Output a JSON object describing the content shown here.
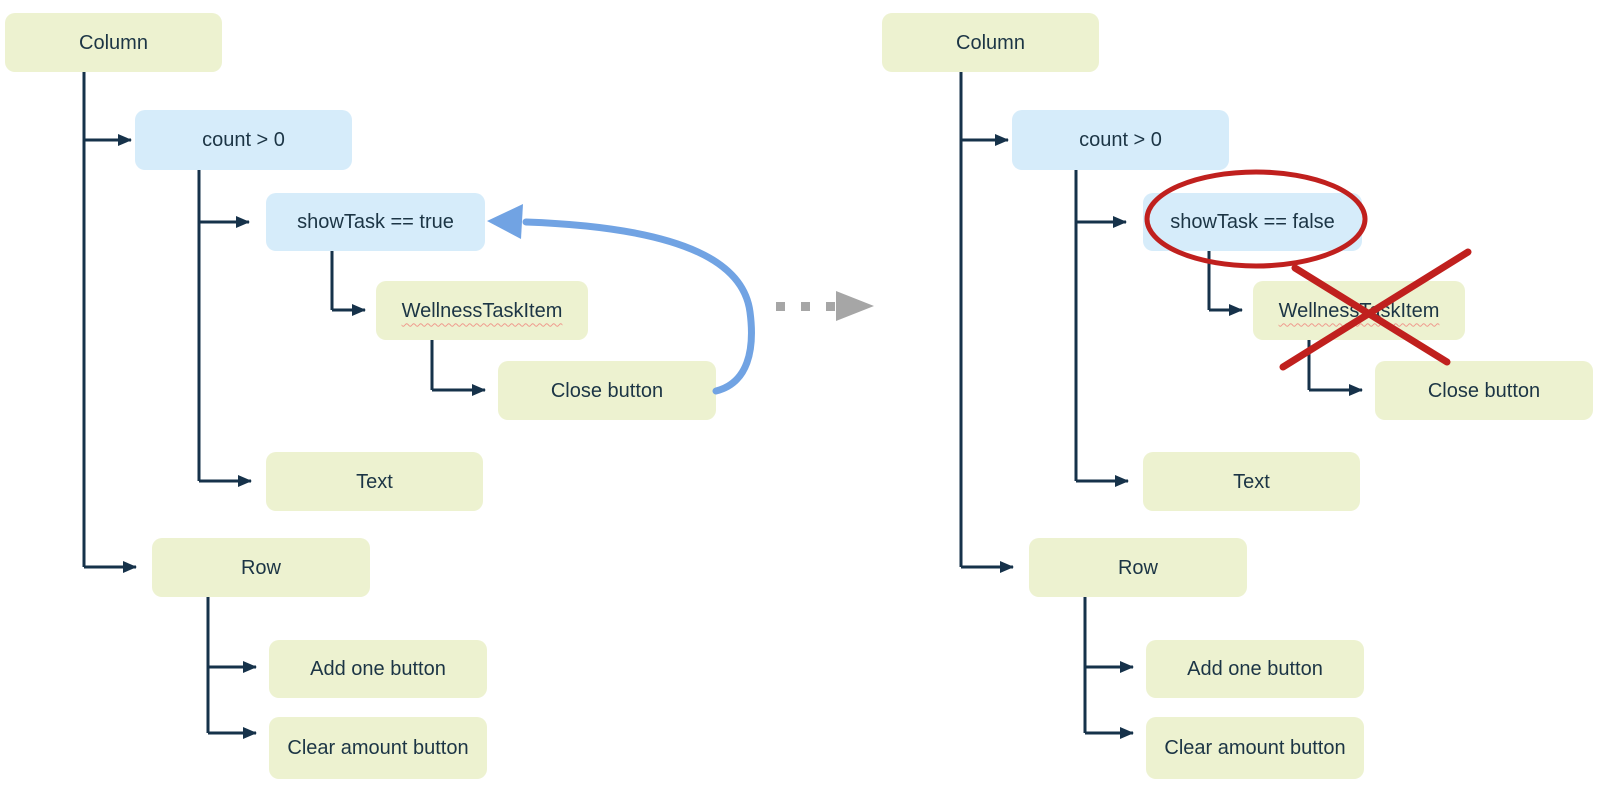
{
  "left_tree": {
    "column": "Column",
    "count_condition": "count > 0",
    "show_task_condition": "showTask == true",
    "wellness_task_item": "WellnessTaskItem",
    "close_button": "Close button",
    "text": "Text",
    "row": "Row",
    "add_one_button": "Add one button",
    "clear_amount_button": "Clear amount button"
  },
  "right_tree": {
    "column": "Column",
    "count_condition": "count > 0",
    "show_task_condition": "showTask == false",
    "wellness_task_item": "WellnessTaskItem",
    "close_button": "Close button",
    "text": "Text",
    "row": "Row",
    "add_one_button": "Add one button",
    "clear_amount_button": "Clear amount button"
  },
  "icons": {
    "recompose_arrow": "curved-arrow-pointing-left",
    "transition_arrow": "dashed-arrow-pointing-right",
    "highlight_ellipse": "red-ellipse-annotation",
    "strikethrough_x": "red-x-annotation",
    "branch_arrowhead": "small-right-arrowhead"
  },
  "colors": {
    "node_green": "#edf2d0",
    "node_blue": "#d6ecfa",
    "connector": "#16324a",
    "recompose_arrow_blue": "#71a3e3",
    "transition_arrow_gray": "#a6a6a6",
    "annotation_red": "#c0201e",
    "spellcheck_underline": "#ef9a8d"
  }
}
